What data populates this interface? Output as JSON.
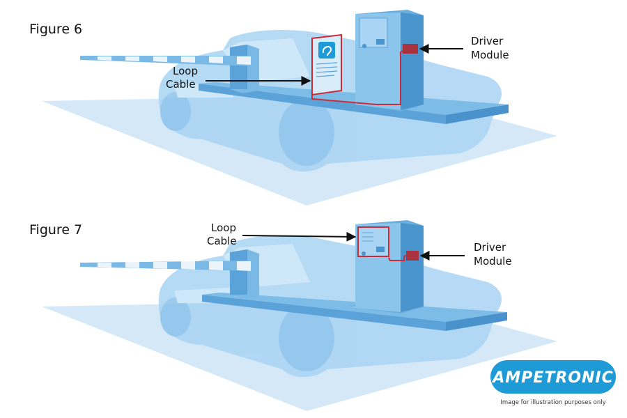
{
  "figures": [
    {
      "title": "Figure 6",
      "label_loop": [
        "Loop",
        "Cable"
      ],
      "label_driver": [
        "Driver",
        "Module"
      ]
    },
    {
      "title": "Figure 7",
      "label_loop": [
        "Loop",
        "Cable"
      ],
      "label_driver": [
        "Driver",
        "Module"
      ]
    }
  ],
  "brand": {
    "logo": "AMPETRONIC",
    "disclaimer": "Image for illustration purposes only"
  },
  "colors": {
    "car": "#9ccdf0",
    "car_dark": "#7ab8e6",
    "kiosk": "#6aaee0",
    "kiosk_dark": "#4b95cf",
    "loop_cable": "#cc2b35",
    "driver_module": "#a8323d",
    "logo_bg": "#1e9ad6"
  },
  "icons": [
    "barrier-arm",
    "kiosk",
    "car-silhouette",
    "hearing-loop-sign"
  ]
}
